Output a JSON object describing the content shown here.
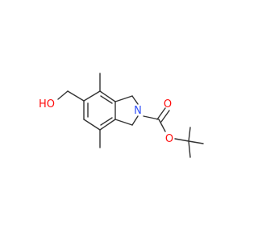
{
  "molecule": {
    "atom_labels": {
      "hydroxyl": "HO",
      "ring_nitrogen": "N",
      "carbonyl_oxygen": "O",
      "ester_oxygen": "O"
    }
  },
  "colors": {
    "bond": "#333333",
    "oxygen": "#ff0d0d",
    "nitrogen": "#3050f8",
    "background": "#ffffff"
  }
}
